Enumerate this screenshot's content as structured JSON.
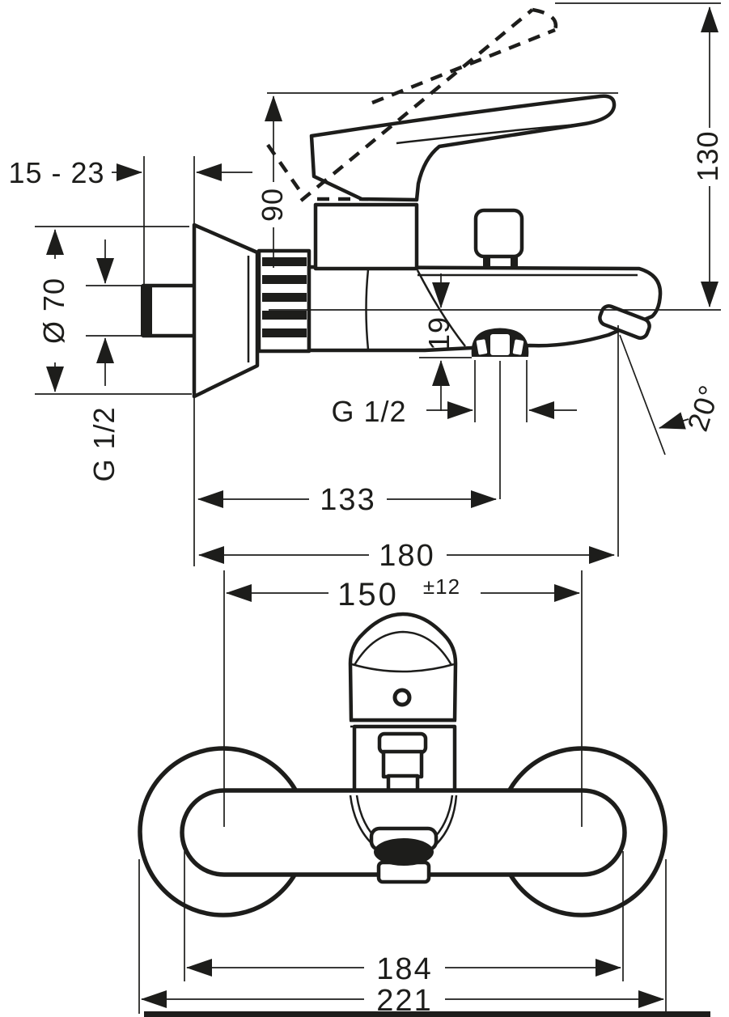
{
  "side": {
    "wall_distance": "15 - 23",
    "escutcheon_diameter": "Ø 70",
    "inlet_thread": "G 1/2",
    "lever_height": "90",
    "lever_swing_height": "130",
    "spout_drop": "19",
    "hose_thread": "G 1/2",
    "spout_angle": "20°",
    "hose_outlet_distance": "133",
    "spout_reach": "180"
  },
  "front": {
    "connection_distance": "150",
    "connection_tolerance": "±12",
    "union_width": "184",
    "overall_width": "221"
  }
}
